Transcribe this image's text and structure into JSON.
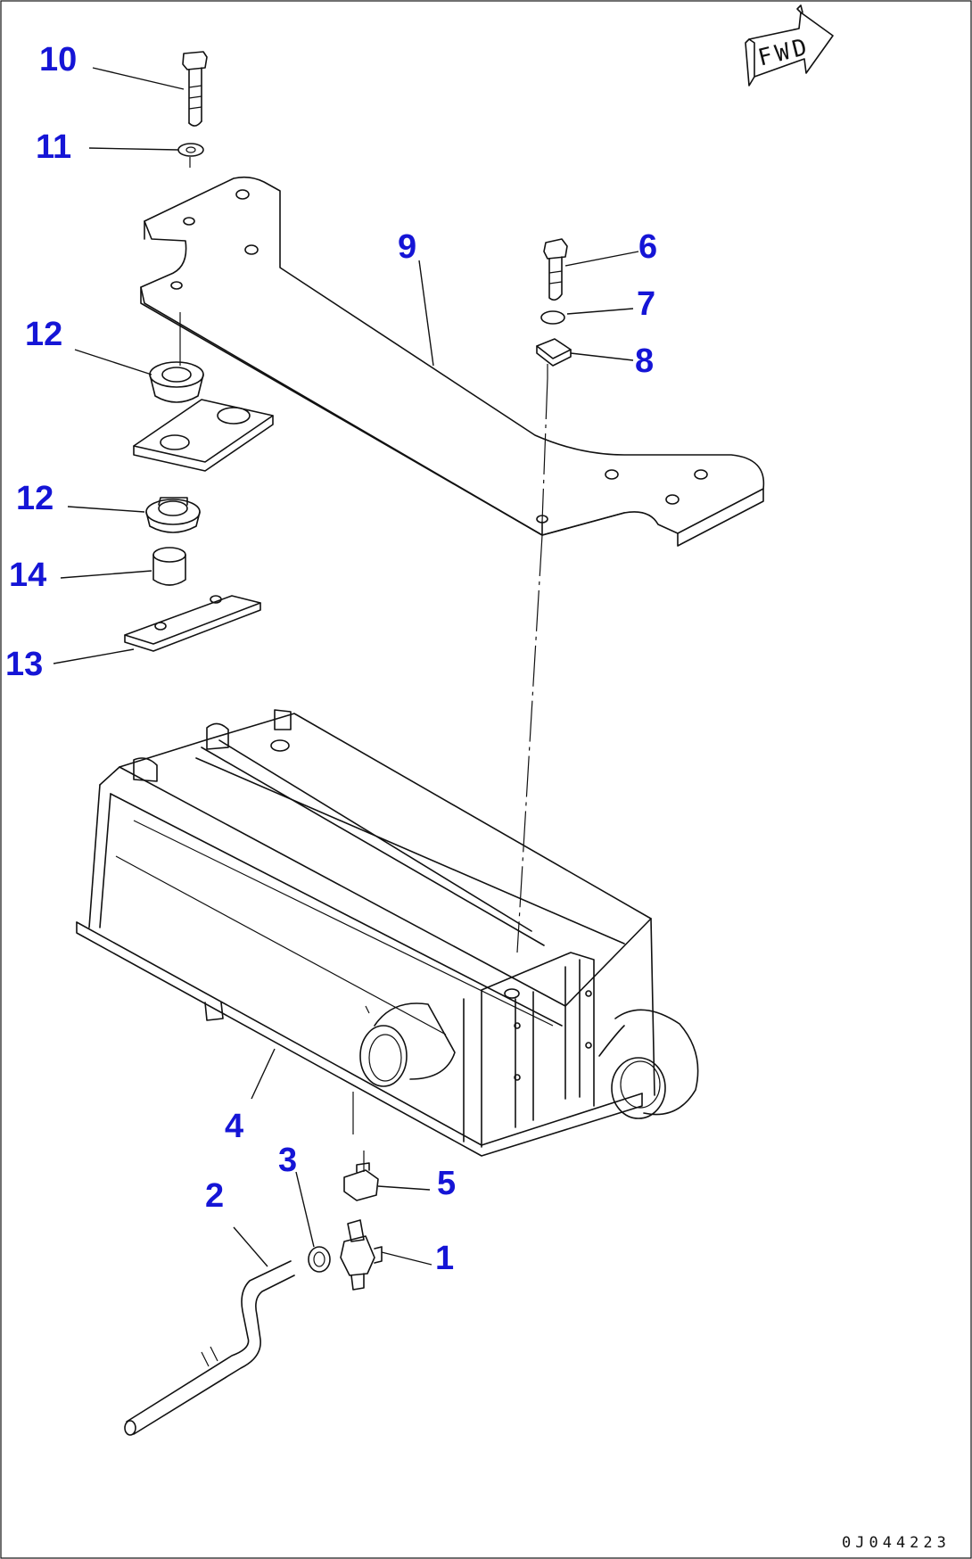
{
  "callouts": {
    "c10": "10",
    "c11": "11",
    "c9": "9",
    "c6": "6",
    "c7": "7",
    "c8": "8",
    "c12a": "12",
    "c12b": "12",
    "c14": "14",
    "c13": "13",
    "c4": "4",
    "c3": "3",
    "c5": "5",
    "c2": "2",
    "c1": "1"
  },
  "fwd_label": "FWD",
  "drawing_number": "0J044223",
  "colors": {
    "callout": "#1515d6",
    "line": "#111111"
  }
}
